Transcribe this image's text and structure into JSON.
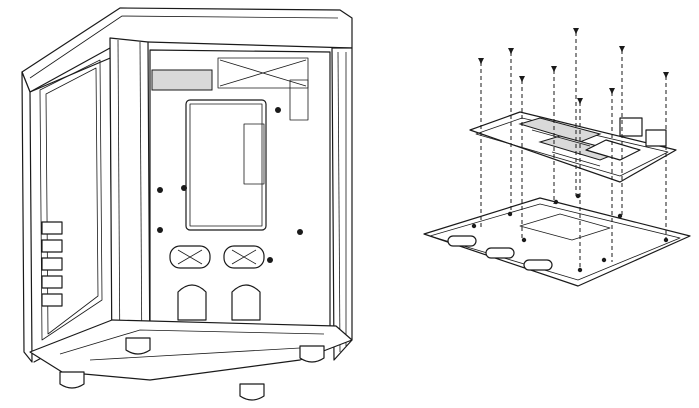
{
  "figure": {
    "left_panel": "chassis-open-side-view",
    "right_panel": "motherboard-tray-installation",
    "screw_count": 10,
    "colors": {
      "line": "#1a1a1a",
      "background": "#ffffff",
      "shade": "#d9d9d9"
    }
  }
}
